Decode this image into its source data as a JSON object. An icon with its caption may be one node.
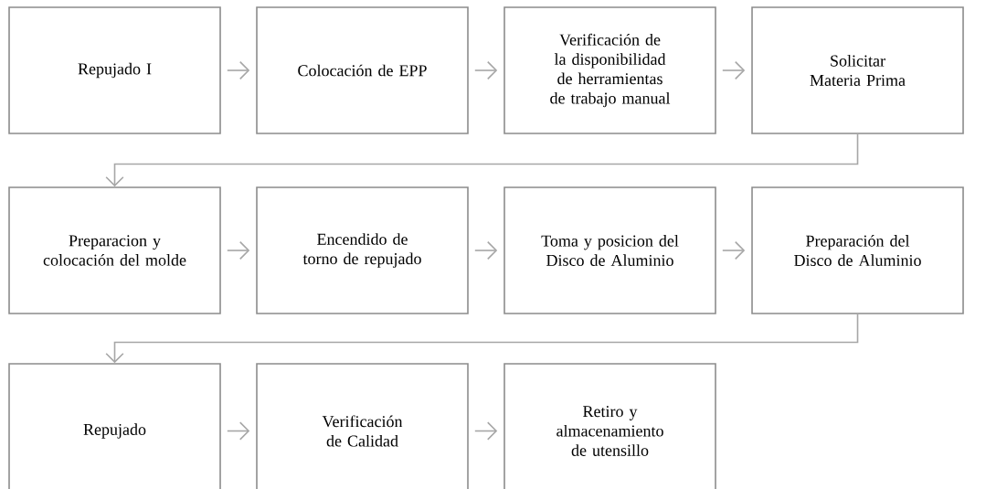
{
  "diagram": {
    "nodes": [
      {
        "text": [
          "Repujado I"
        ]
      },
      {
        "text": [
          "Colocación de EPP"
        ]
      },
      {
        "text": [
          "Verificación de la disponibilidad de herramientas de trabajo manual"
        ]
      },
      {
        "text": [
          "Solicitar Materia Prima"
        ]
      },
      {
        "text": [
          "Preparacion y colocación del molde"
        ]
      },
      {
        "text": [
          "Encendido de torno de repujado"
        ]
      },
      {
        "text": [
          "Toma y posicion del Disco de Aluminio"
        ]
      },
      {
        "text": [
          "Preparación del Disco de Aluminio"
        ]
      },
      {
        "text": [
          "Repujado"
        ]
      },
      {
        "text": [
          "Verificación de Calidad"
        ]
      },
      {
        "text": [
          "Retiro y almacenamiento de utensillo"
        ]
      }
    ],
    "edges": [
      {
        "from": 0,
        "to": 1,
        "arrow": "to"
      },
      {
        "from": 1,
        "to": 2,
        "arrow": "to"
      },
      {
        "from": 2,
        "to": 3,
        "arrow": "to"
      },
      {
        "from": 3,
        "to": 4,
        "arrow": "to"
      },
      {
        "from": 4,
        "to": 5,
        "arrow": "to"
      },
      {
        "from": 5,
        "to": 6,
        "arrow": "to"
      },
      {
        "from": 6,
        "to": 7,
        "arrow": "to"
      },
      {
        "from": 7,
        "to": 8,
        "arrow": "to"
      },
      {
        "from": 8,
        "to": 9,
        "arrow": "to"
      },
      {
        "from": 9,
        "to": 10,
        "arrow": "to"
      }
    ]
  }
}
